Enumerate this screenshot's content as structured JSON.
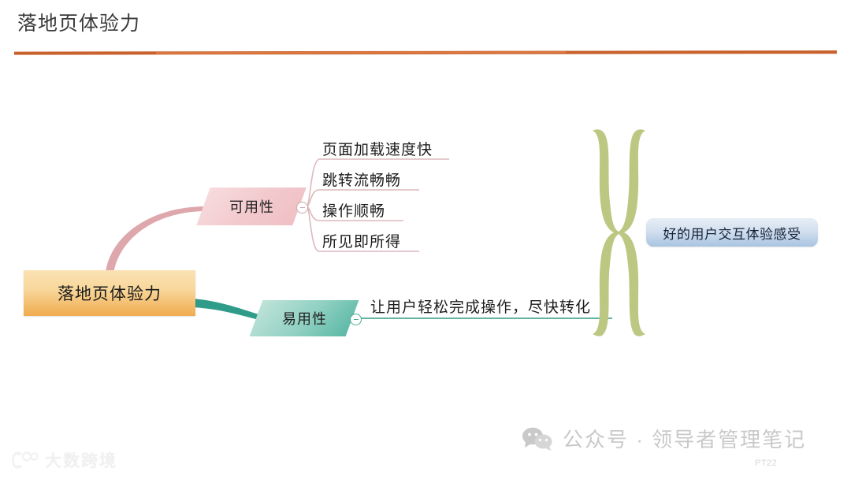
{
  "slide": {
    "title": "落地页体验力",
    "rule_color": "#c8612c"
  },
  "mindmap": {
    "root": {
      "label": "落地页体验力",
      "fill_from": "#fbe2b4",
      "fill_to": "#f0ab4d"
    },
    "branches": [
      {
        "label": "可用性",
        "color": "#e8bcc1",
        "toggle": "minus",
        "children": [
          {
            "label": "页面加载速度快"
          },
          {
            "label": "跳转流畅畅"
          },
          {
            "label": "操作顺畅"
          },
          {
            "label": "所见即所得"
          }
        ]
      },
      {
        "label": "易用性",
        "color": "#4fa896",
        "toggle": "minus",
        "children": [
          {
            "label": "让用户轻松完成操作，尽快转化"
          }
        ]
      }
    ],
    "summary": {
      "brace_color": "#bcc882",
      "label": "好的用户交互体验感受",
      "fill_from": "#e6edf6",
      "fill_to": "#a8c4e0"
    }
  },
  "watermarks": {
    "wechat": {
      "icon": "wechat-icon",
      "text": "公众号 · 领导者管理笔记"
    },
    "page_number": "PT22",
    "brand": {
      "icon": "dashu-logo-icon",
      "text": "大数跨境"
    }
  }
}
